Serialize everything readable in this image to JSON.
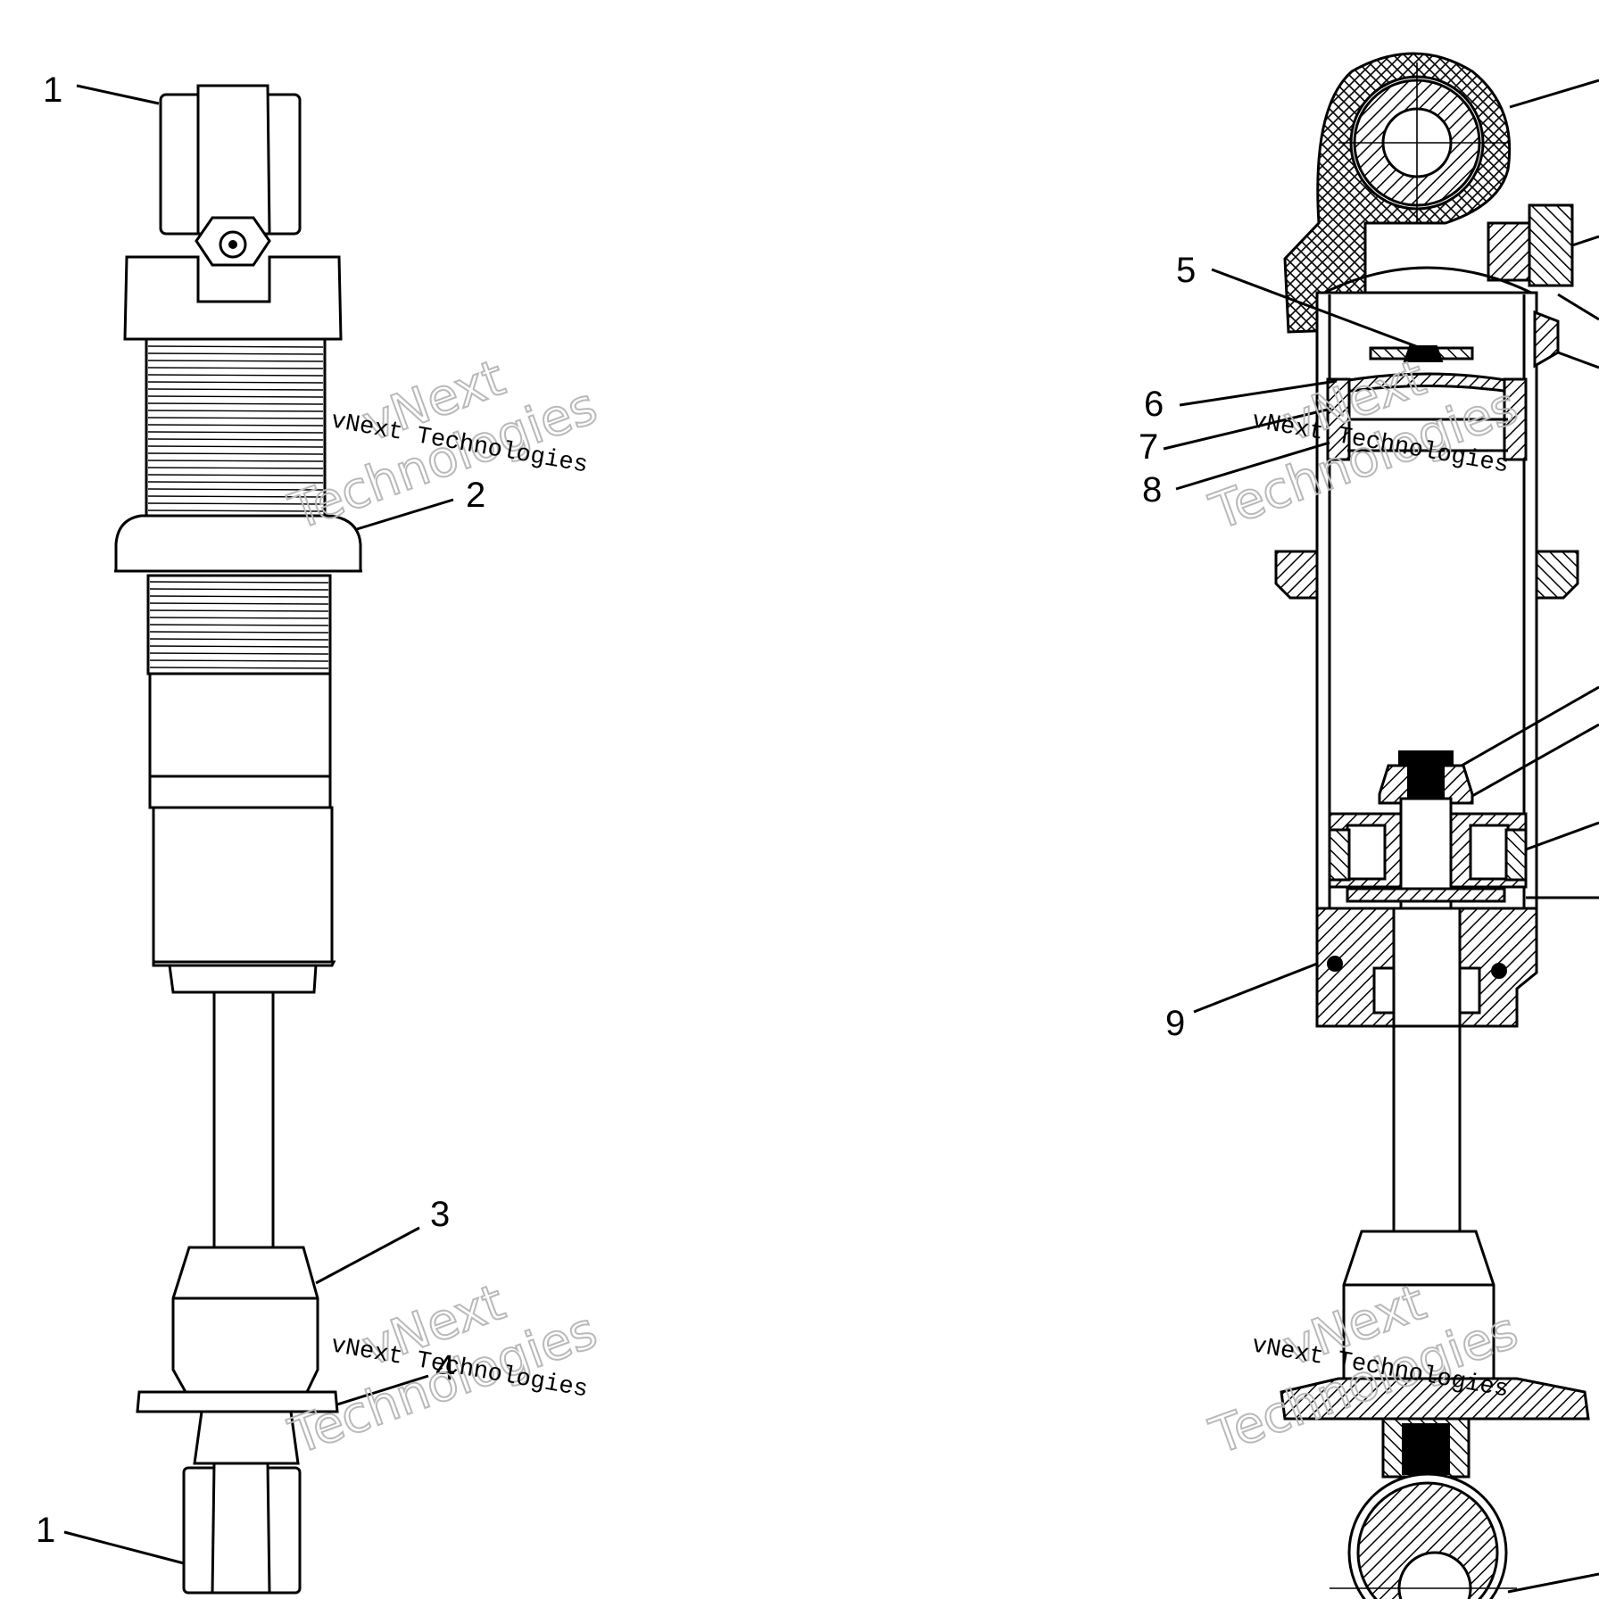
{
  "watermark": {
    "small_text": "vNext Technologies",
    "big_line1": "vNext",
    "big_line2": "Technologies"
  },
  "callouts": {
    "c1_top": "1",
    "c2": "2",
    "c3": "3",
    "c4": "4",
    "c1_bottom": "1",
    "c5": "5",
    "c6": "6",
    "c7": "7",
    "c8": "8",
    "c9": "9"
  }
}
